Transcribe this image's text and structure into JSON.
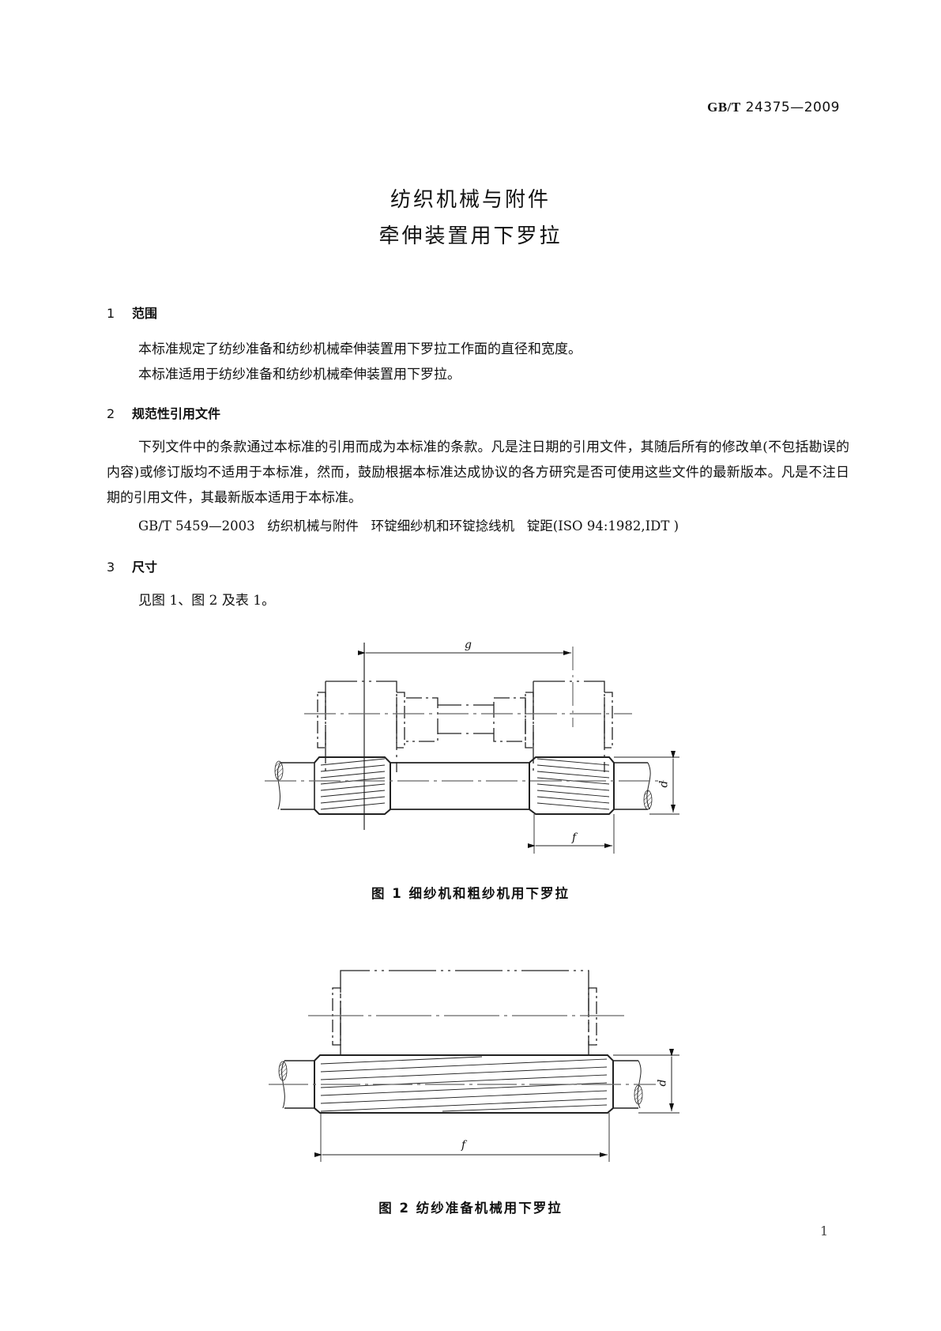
{
  "header": {
    "standard_prefix": "GB/T",
    "standard_number": "24375—2009"
  },
  "title": {
    "line1": "纺织机械与附件",
    "line2": "牵伸装置用下罗拉"
  },
  "sections": [
    {
      "number": "1",
      "heading": "范围",
      "paragraphs": [
        "本标准规定了纺纱准备和纺纱机械牵伸装置用下罗拉工作面的直径和宽度。",
        "本标准适用于纺纱准备和纺纱机械牵伸装置用下罗拉。"
      ]
    },
    {
      "number": "2",
      "heading": "规范性引用文件",
      "paragraphs": [
        "下列文件中的条款通过本标准的引用而成为本标准的条款。凡是注日期的引用文件，其随后所有的修改单(不包括勘误的内容)或修订版均不适用于本标准，然而，鼓励根据本标准达成协议的各方研究是否可使用这些文件的最新版本。凡是不注日期的引用文件，其最新版本适用于本标准。"
      ],
      "reference": "GB/T 5459—2003   纺织机械与附件   环锭细纱机和环锭捻线机   锭距(ISO 94:1982,IDT )"
    },
    {
      "number": "3",
      "heading": "尺寸",
      "paragraphs": [
        "见图 1、图 2 及表 1。"
      ]
    }
  ],
  "figures": [
    {
      "caption": "图 1   细纱机和粗纱机用下罗拉",
      "labels": {
        "g": "g",
        "d": "d",
        "f": "f"
      }
    },
    {
      "caption": "图 2   纺纱准备机械用下罗拉",
      "labels": {
        "d": "d",
        "f": "f"
      }
    }
  ],
  "footer": {
    "page_number": "1"
  }
}
